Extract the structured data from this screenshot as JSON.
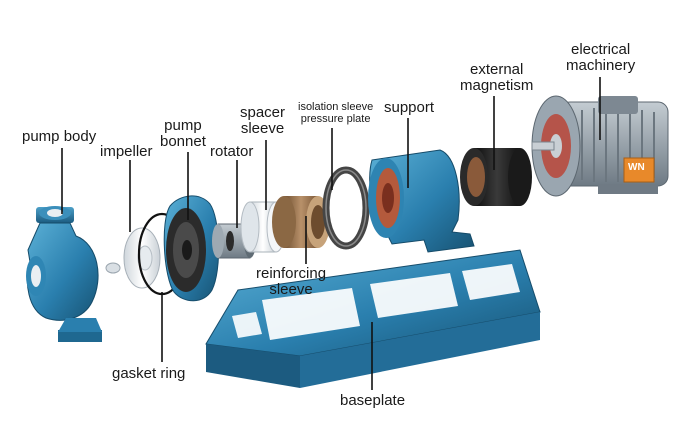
{
  "labels": {
    "pump_body": "pump body",
    "impeller": "impeller",
    "pump_bonnet": [
      "pump",
      "bonnet"
    ],
    "rotator": "rotator",
    "spacer_sleeve": [
      "spacer",
      "sleeve"
    ],
    "isolation_sleeve": [
      "isolation sleeve",
      "pressure plate"
    ],
    "support": "support",
    "external_magnetism": [
      "external",
      "magnetism"
    ],
    "electrical_machinery": [
      "electrical",
      "machinery"
    ],
    "reinforcing_sleeve": [
      "reinforcing",
      "sleeve"
    ],
    "gasket_ring": "gasket ring",
    "baseplate": "baseplate",
    "motor_badge": "WN"
  },
  "colors": {
    "part_blue": "#2a7fae",
    "part_blue_dark": "#1d5d83",
    "part_blue_light": "#4fa3cc",
    "leader_line": "#111111",
    "liner_white": "#e9eef2",
    "bronze": "#a07a52",
    "motor_gray": "#8c98a2",
    "badge_orange": "#e8892a"
  }
}
